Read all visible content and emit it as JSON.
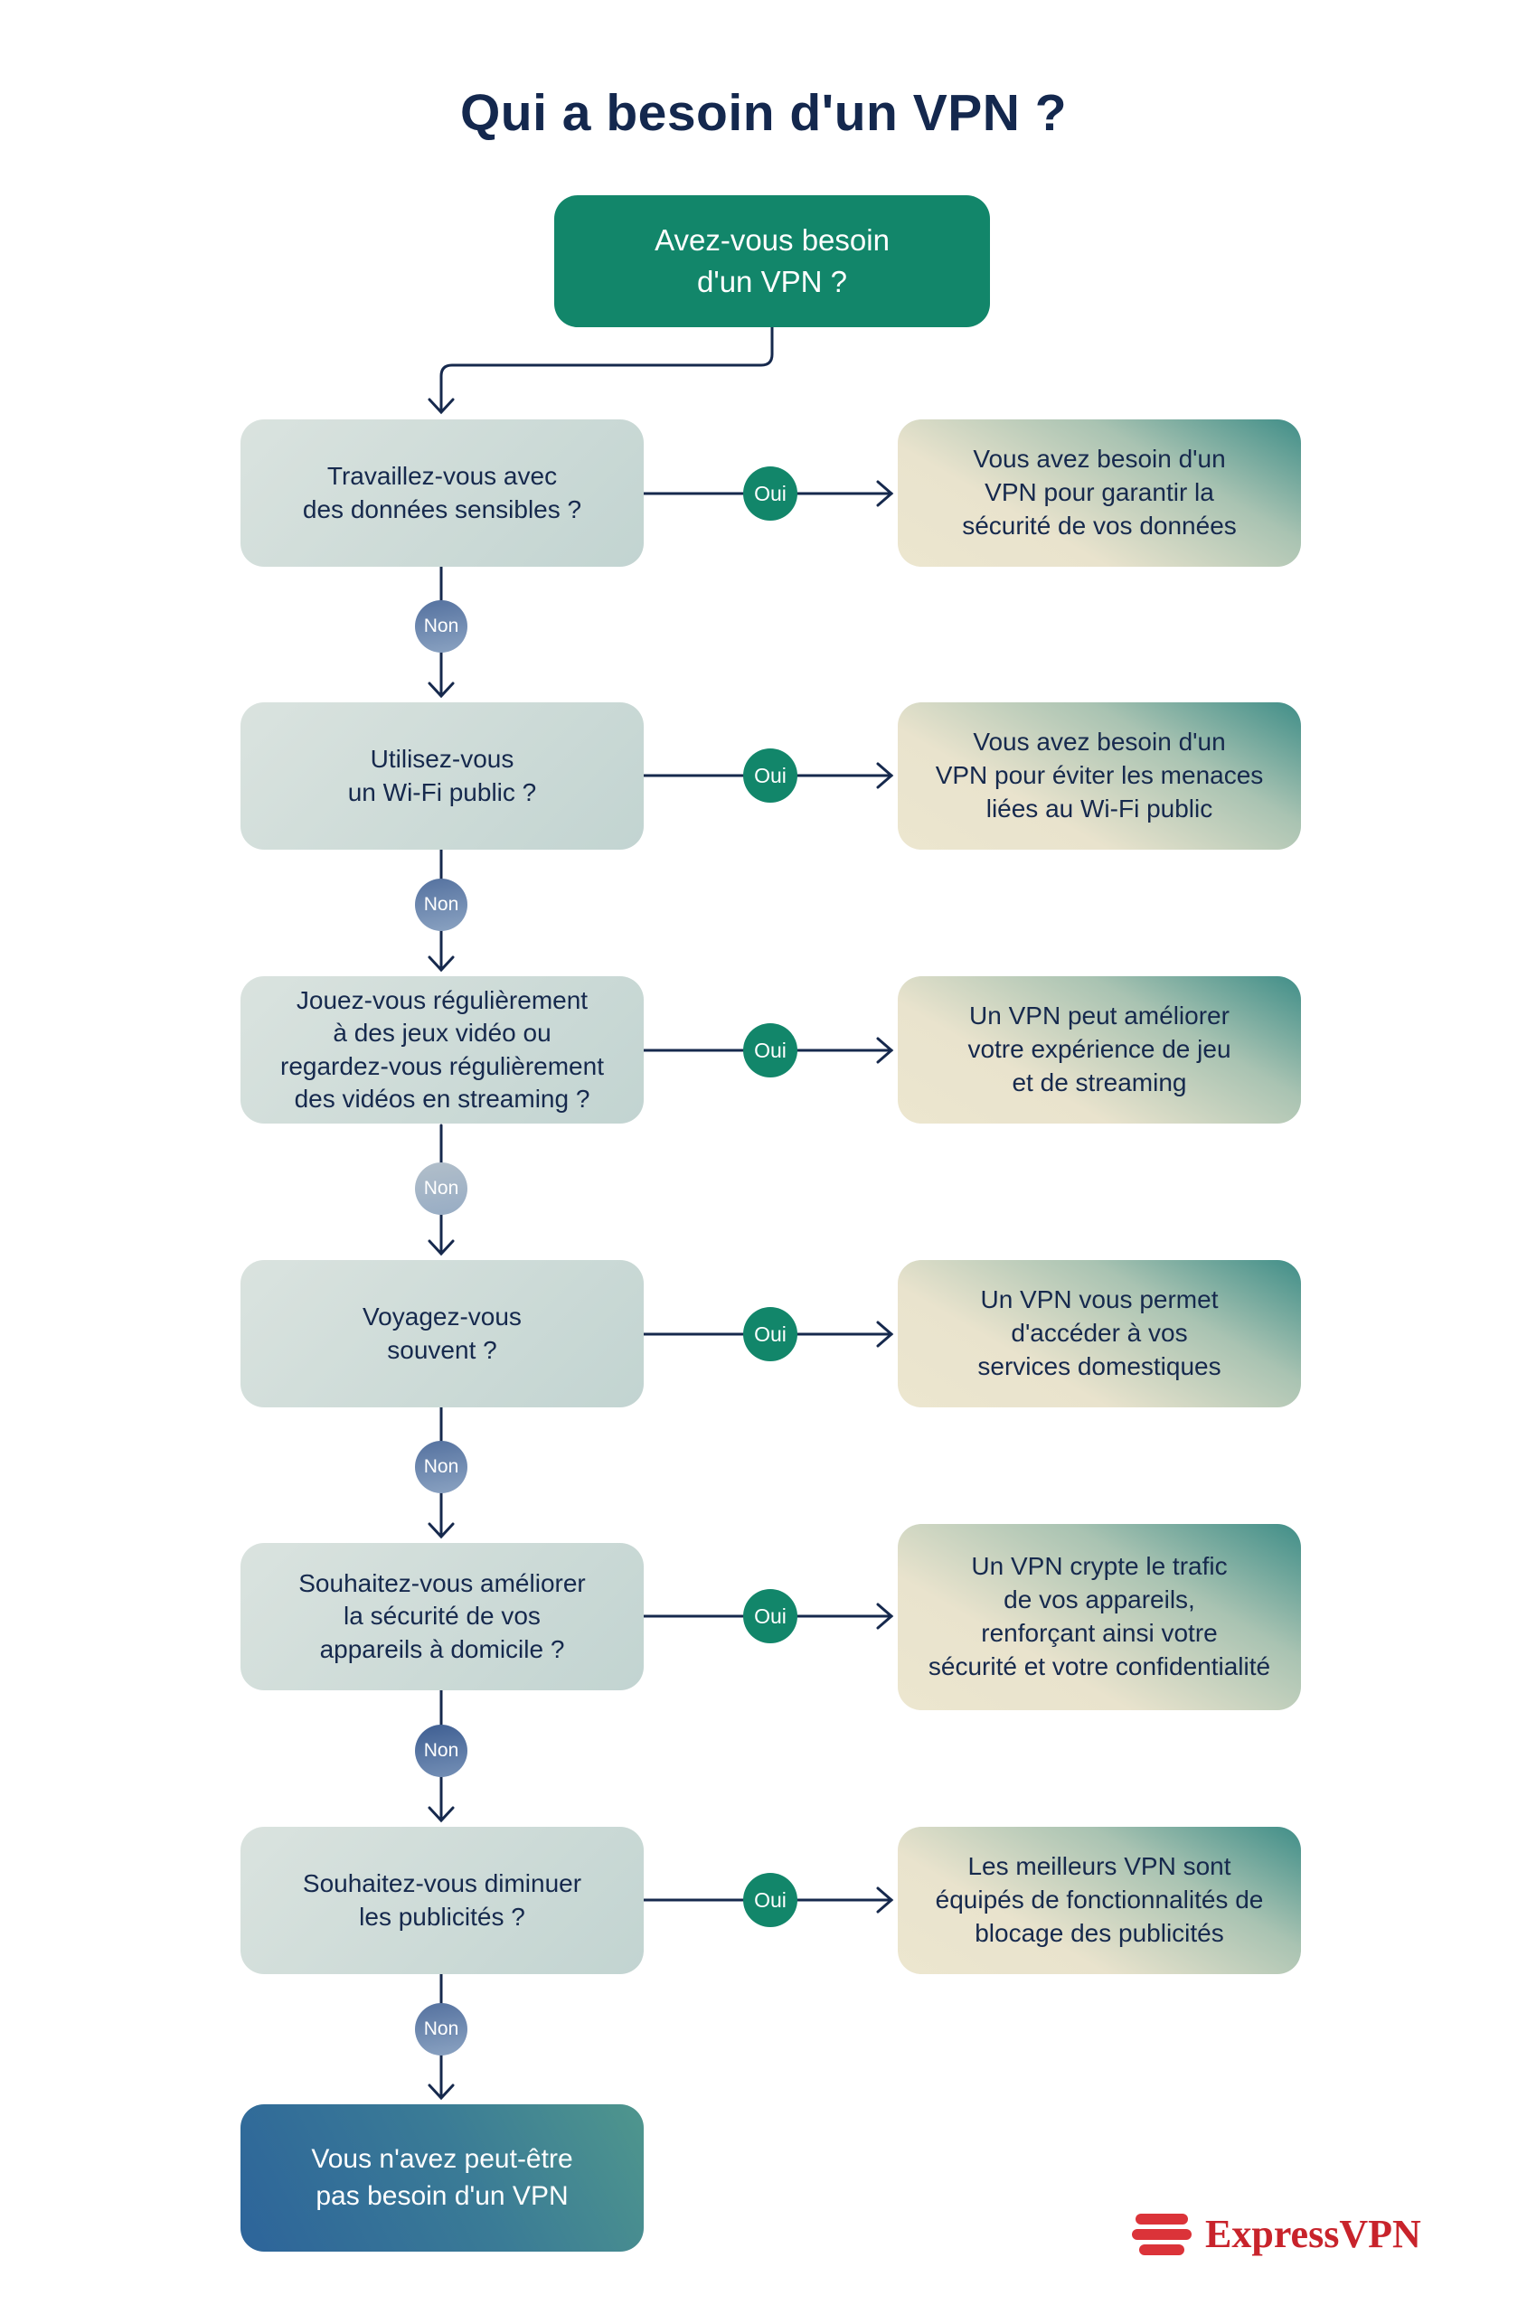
{
  "title": "Qui a besoin d'un VPN ?",
  "start": {
    "label": "Avez-vous besoin\nd'un VPN ?"
  },
  "rows": [
    {
      "question": "Travaillez-vous avec\ndes données sensibles ?",
      "yes": "Oui",
      "no": "Non",
      "answer": "Vous avez besoin d'un\nVPN pour garantir la\nsécurité de vos données"
    },
    {
      "question": "Utilisez-vous\nun Wi-Fi public ?",
      "yes": "Oui",
      "no": "Non",
      "answer": "Vous avez besoin d'un\nVPN pour éviter les menaces\nliées au Wi-Fi public"
    },
    {
      "question": "Jouez-vous régulièrement\nà des jeux vidéo ou\nregardez-vous régulièrement\ndes vidéos en streaming ?",
      "yes": "Oui",
      "no": "Non",
      "answer": "Un VPN peut améliorer\nvotre expérience de jeu\net de streaming"
    },
    {
      "question": "Voyagez-vous\nsouvent ?",
      "yes": "Oui",
      "no": "Non",
      "answer": "Un VPN vous permet\nd'accéder à vos\nservices domestiques"
    },
    {
      "question": "Souhaitez-vous améliorer\nla sécurité de vos\nappareils à domicile ?",
      "yes": "Oui",
      "no": "Non",
      "answer": "Un VPN crypte le trafic\nde vos appareils,\nrenforçant ainsi votre\nsécurité et votre confidentialité"
    },
    {
      "question": "Souhaitez-vous diminuer\nles publicités ?",
      "yes": "Oui",
      "no": "Non",
      "answer": "Les meilleurs VPN sont\néquipés de fonctionnalités de\nblocage des publicités"
    }
  ],
  "end": {
    "label": "Vous n'avez peut-être\npas besoin d'un VPN"
  },
  "brand": {
    "name": "ExpressVPN"
  },
  "colors": {
    "green": "#12866a",
    "navy": "#16294d",
    "red": "#c8232b"
  }
}
